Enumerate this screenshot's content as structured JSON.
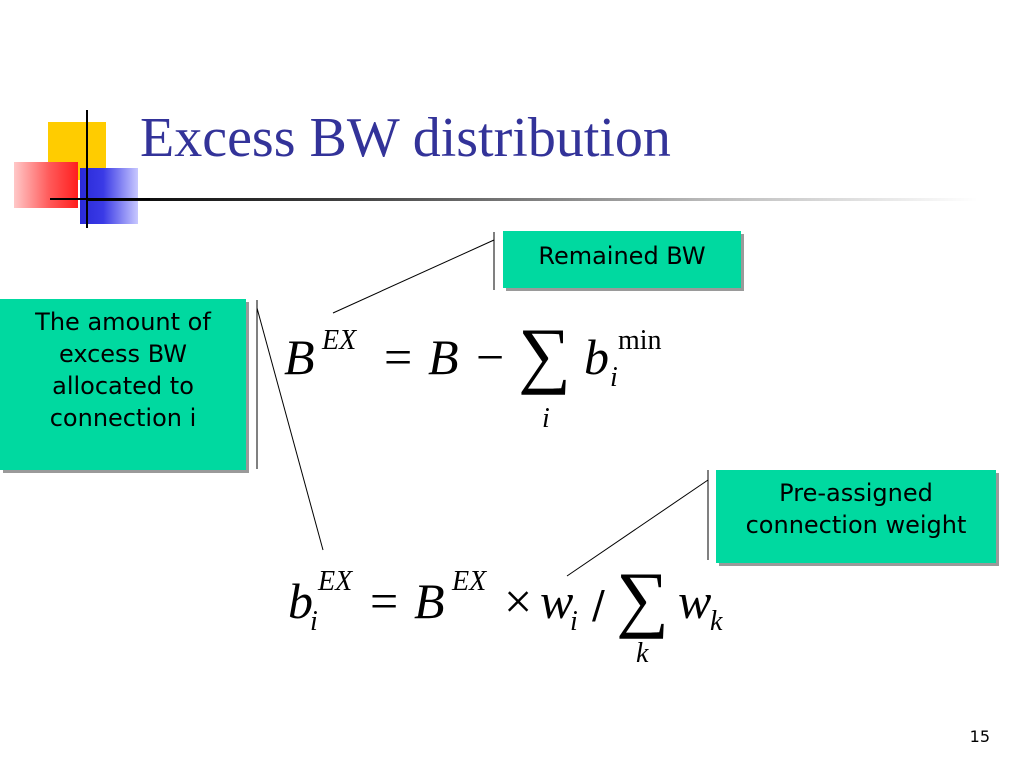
{
  "slide": {
    "title": "Excess BW distribution",
    "page_number": "15",
    "title_color": "#333399",
    "callout_color": "#00d9a0"
  },
  "callouts": {
    "remained": "Remained BW",
    "amount_lines": [
      "The amount of",
      "excess BW",
      "allocated to",
      "connection i"
    ],
    "weight_lines": [
      "Pre-assigned",
      "connection weight"
    ]
  },
  "formula1": {
    "lhs": "B",
    "lhs_sup": "EX",
    "eq": "=",
    "b": "B",
    "minus": "−",
    "sum": "∑",
    "sum_sub": "i",
    "term": "b",
    "term_sub": "i",
    "term_sup": "min"
  },
  "formula2": {
    "lhs": "b",
    "lhs_sub": "i",
    "lhs_sup": "EX",
    "eq": "=",
    "B": "B",
    "B_sup": "EX",
    "times": "×",
    "w": "w",
    "w_sub": "i",
    "slash": "/",
    "sum": "∑",
    "sum_sub": "k",
    "wk": "w",
    "wk_sub": "k"
  }
}
